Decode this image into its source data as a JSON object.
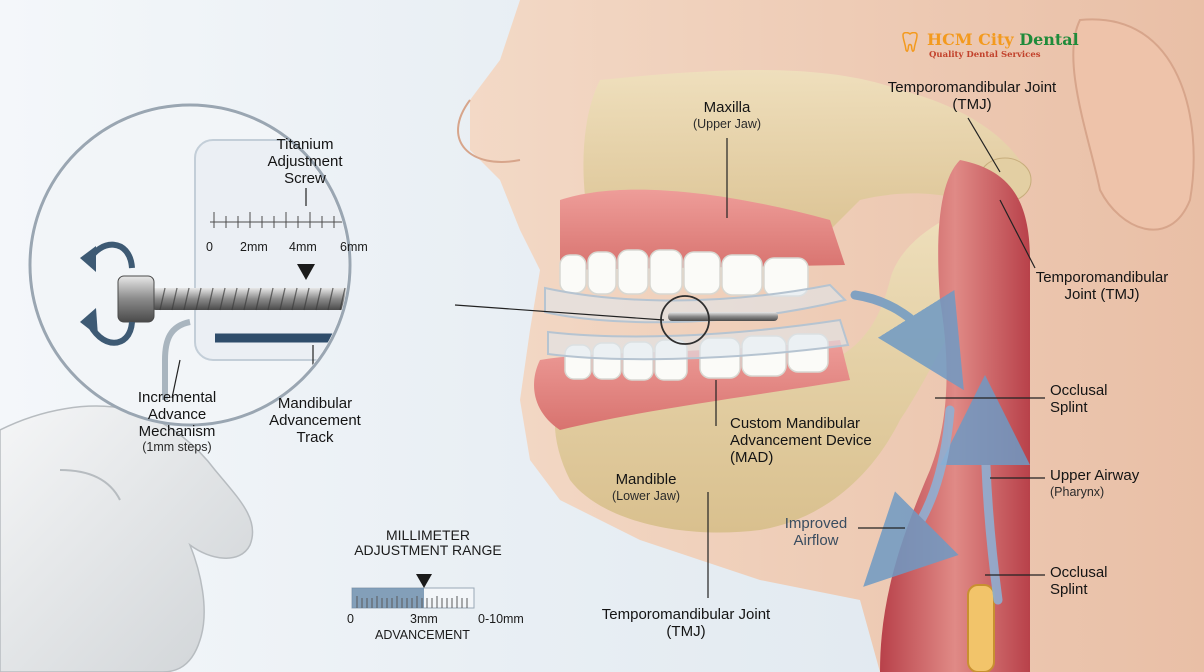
{
  "brand": {
    "name_part1": "HCM City",
    "name_part2": "Dental",
    "tagline": "Quality Dental Services"
  },
  "labels": {
    "titanium_screw": "Titanium Adjustment Screw",
    "incremental": {
      "title": "Incremental Advance Mechanism",
      "sub": "(1mm steps)"
    },
    "mandibular_track": "Mandibular Advancement Track",
    "maxilla": {
      "title": "Maxilla",
      "sub": "(Upper Jaw)"
    },
    "tmj_top": "Temporomandibular Joint (TMJ)",
    "tmj_right": "Temporomandibular Joint (TMJ)",
    "occlusal_splint_1": "Occlusal Splint",
    "custom_mad": "Custom Mandibular Advancement Device (MAD)",
    "upper_airway": {
      "title": "Upper Airway",
      "sub": "(Pharynx)"
    },
    "mandible": {
      "title": "Mandible",
      "sub": "(Lower Jaw)"
    },
    "improved_airflow": "Improved Airflow",
    "occlusal_splint_2": "Occlusal Splint",
    "tmj_bottom": "Temporomandibular Joint (TMJ)"
  },
  "inset_scale": {
    "ticks": [
      "0",
      "2mm",
      "4mm",
      "6mm"
    ]
  },
  "adjustment_range": {
    "title": "MILLIMETER ADJUSTMENT RANGE",
    "min_label": "0",
    "value_label": "3mm",
    "max_label": "0-10mm",
    "caption": "ADVANCEMENT",
    "current_mm": 3,
    "max_mm": 10
  },
  "colors": {
    "bone": "#e6d3a8",
    "gum": "#e28d8a",
    "skin": "#f2d2bd",
    "airway": "#c9545a",
    "arrow": "#6f9ac4",
    "accent": "#2f4d6b"
  }
}
